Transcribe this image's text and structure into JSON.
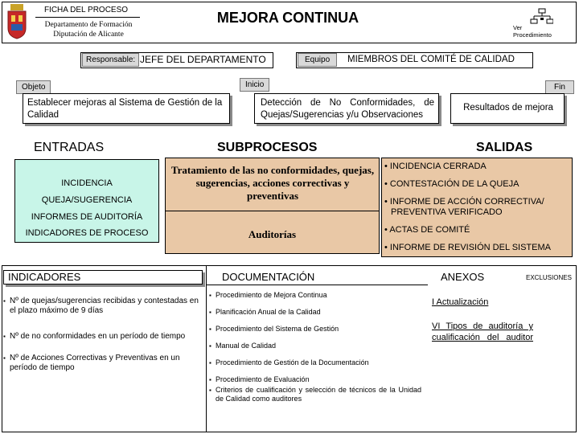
{
  "header": {
    "ficha": "FICHA DEL PROCESO",
    "departamento": "Departamento de Formación",
    "diputacion": "Diputación de Alicante",
    "title": "MEJORA CONTINUA",
    "ver": "Ver",
    "procedimiento": "Procedimiento"
  },
  "responsable": {
    "label": "Responsable:",
    "value": "JEFE DEL DEPARTAMENTO"
  },
  "equipo": {
    "label": "Equipo",
    "value": "MIEMBROS DEL COMITÉ DE CALIDAD"
  },
  "objeto": {
    "label": "Objeto",
    "text": "Establecer mejoras al Sistema de Gestión de la Calidad"
  },
  "inicio": {
    "label": "Inicio",
    "text": "Detección de No Conformidades, de Quejas/Sugerencias y/u Observaciones"
  },
  "fin": {
    "label": "Fin",
    "text": "Resultados de mejora"
  },
  "entradas": {
    "title": "ENTRADAS",
    "items": [
      "INCIDENCIA",
      "QUEJA/SUGERENCIA",
      "INFORMES DE AUDITORÍA",
      "INDICADORES DE PROCESO"
    ]
  },
  "subprocesos": {
    "title": "SUBPROCESOS",
    "items": [
      "Tratamiento de las no conformidades, quejas, sugerencias, acciones correctivas y preventivas",
      "Auditorías"
    ]
  },
  "salidas": {
    "title": "SALIDAS",
    "items": [
      "INCIDENCIA CERRADA",
      "CONTESTACIÓN DE LA QUEJA",
      "INFORME DE ACCIÓN CORRECTIVA/ PREVENTIVA VERIFICADO",
      "ACTAS DE COMITÉ",
      "INFORME DE REVISIÓN DEL SISTEMA"
    ]
  },
  "indicadores": {
    "title": "INDICADORES",
    "items": [
      "Nº de quejas/sugerencias recibidas y contestadas en el plazo máximo de 9 días",
      "Nº de no conformidades en un período de tiempo",
      "Nº de Acciones Correctivas y Preventivas en un período de tiempo"
    ]
  },
  "documentacion": {
    "title": "DOCUMENTACIÓN",
    "items": [
      "Procedimiento de Mejora Continua",
      "Planificación Anual de la Calidad",
      "Procedimiento del Sistema de Gestión",
      "Manual de Calidad",
      "Procedimiento de Gestión de la Documentación",
      "Procedimiento de Evaluación",
      "Criterios de cualificación y selección de técnicos de la Unidad de Calidad como auditores"
    ]
  },
  "anexos": {
    "title": "ANEXOS",
    "exclusiones": "EXCLUSIONES",
    "items": [
      "I Actualización",
      "VI Tipos de auditoría y cualificación del auditor"
    ]
  }
}
